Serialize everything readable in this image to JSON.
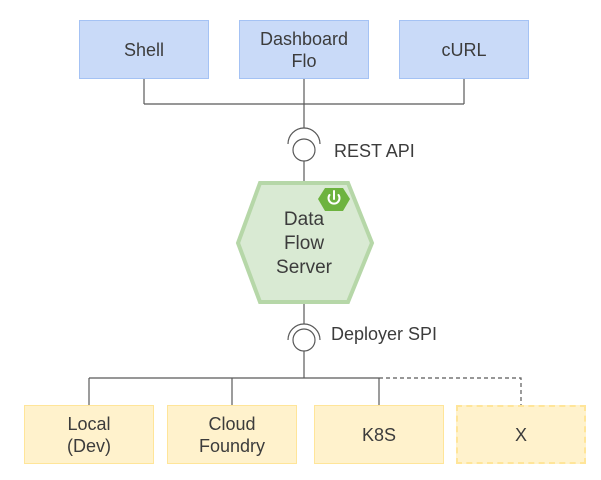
{
  "clients": [
    {
      "label": "Shell"
    },
    {
      "label": "Dashboard\nFlo"
    },
    {
      "label": "cURL"
    }
  ],
  "interfaces": {
    "rest_api": "REST API",
    "deployer_spi": "Deployer SPI"
  },
  "server": {
    "label": "Data\nFlow\nServer",
    "badge_icon": "power-icon",
    "badge_color": "#6db33f"
  },
  "deployers": [
    {
      "label": "Local\n(Dev)"
    },
    {
      "label": "Cloud\nFoundry"
    },
    {
      "label": "K8S"
    },
    {
      "label": "X",
      "style": "dashed"
    }
  ],
  "colors": {
    "client_fill": "#c9daf8",
    "client_border": "#a4c2f4",
    "server_fill": "#d9ead3",
    "server_border": "#b6d7a8",
    "deployer_fill": "#fff2cc",
    "deployer_border": "#ffe599",
    "line": "#595959"
  }
}
